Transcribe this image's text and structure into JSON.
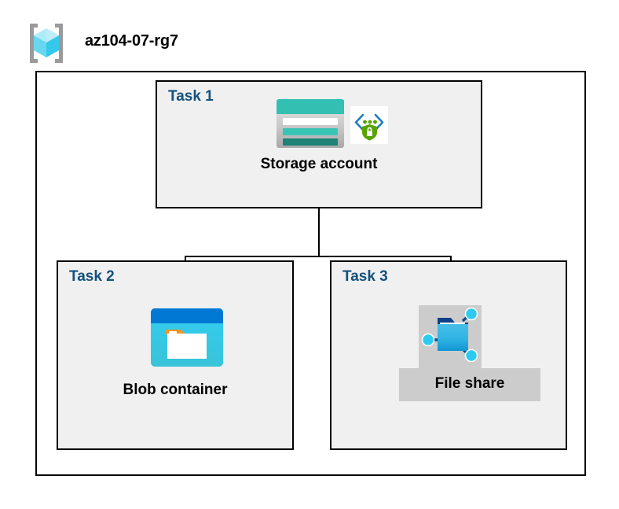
{
  "diagram": {
    "type": "azure-architecture-diagram",
    "resource_group": {
      "name": "az104-07-rg7",
      "icon": "resource-group-cube-icon"
    },
    "tasks": [
      {
        "id": "task1",
        "label": "Task 1",
        "node_caption": "Storage account",
        "icons": [
          "storage-account-icon",
          "secure-endpoint-shield-icon"
        ]
      },
      {
        "id": "task2",
        "label": "Task 2",
        "node_caption": "Blob container",
        "icons": [
          "blob-container-icon"
        ]
      },
      {
        "id": "task3",
        "label": "Task 3",
        "node_caption": "File share",
        "icons": [
          "file-share-folder-icon"
        ],
        "highlighted": true
      }
    ],
    "connections": [
      {
        "from": "Storage account",
        "to": "Blob container"
      },
      {
        "from": "Storage account",
        "to": "File share"
      }
    ],
    "colors": {
      "task_label": "#14517B",
      "box_fill": "#F0F0F0",
      "box_border": "#000000",
      "container_fill": "#FFFFFF",
      "caption_text": "#000000",
      "highlight": "#CCCCCC",
      "storage_teal": "#2FBFB0",
      "storage_teal_dark": "#1A7F73",
      "blob_blue": "#0078D4",
      "blob_cyan": "#32C5F4",
      "blob_orange": "#F7941E",
      "shield_green": "#57A300",
      "cube_cyan": "#8FE3F5",
      "bracket_gray": "#9A9A9A"
    }
  }
}
